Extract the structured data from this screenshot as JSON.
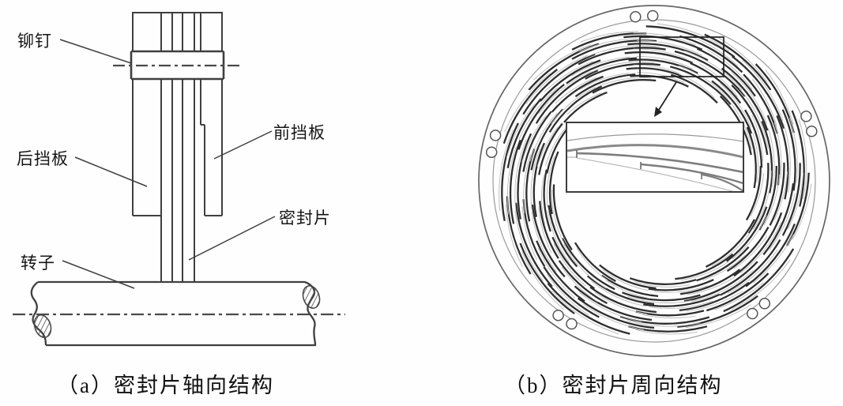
{
  "figure": {
    "panel_a": {
      "caption": "（a）密封片轴向结构",
      "labels": {
        "rivet": "铆钉",
        "rear_baffle": "后挡板",
        "front_baffle": "前挡板",
        "seal_strip": "密封片",
        "rotor": "转子"
      }
    },
    "panel_b": {
      "caption": "（b）密封片周向结构"
    }
  },
  "colors": {
    "line": "#3f3f3f",
    "strip": "#2e2e2e",
    "light": "#b9b9b9",
    "ring": "#666666",
    "background": "#fefefe"
  }
}
